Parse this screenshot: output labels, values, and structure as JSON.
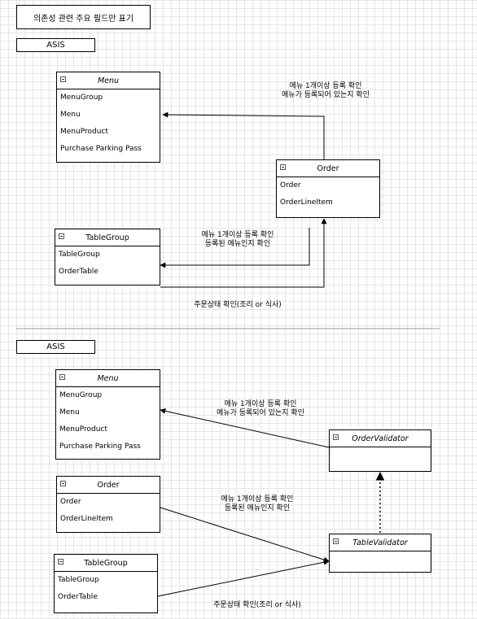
{
  "title_box": "의존성 관련 주요 필드만 표기",
  "section1": {
    "label": "ASIS",
    "menu": {
      "title": "Menu",
      "fields": [
        "MenuGroup",
        "Menu",
        "MenuProduct",
        "Purchase Parking Pass"
      ]
    },
    "order": {
      "title": "Order",
      "fields": [
        "Order",
        "OrderLineItem"
      ]
    },
    "tablegroup": {
      "title": "TableGroup",
      "fields": [
        "TableGroup",
        "OrderTable"
      ]
    },
    "note_menu": [
      "메뉴 1개이상 등록 확인",
      "메뉴가 등록되어 있는지 확인"
    ],
    "note_table": [
      "메뉴 1개이상 등록 확인",
      "등록된 메뉴인지 확인"
    ],
    "note_status": "주문상태 확인(조리 or 식사)"
  },
  "section2": {
    "label": "ASIS",
    "menu": {
      "title": "Menu",
      "fields": [
        "MenuGroup",
        "Menu",
        "MenuProduct",
        "Purchase Parking Pass"
      ]
    },
    "order": {
      "title": "Order",
      "fields": [
        "Order",
        "OrderLineItem"
      ]
    },
    "tablegroup": {
      "title": "TableGroup",
      "fields": [
        "TableGroup",
        "OrderTable"
      ]
    },
    "order_validator": {
      "title": "OrderValidator"
    },
    "table_validator": {
      "title": "TableValidator"
    },
    "note_menu": [
      "메뉴 1개이상 등록 확인",
      "메뉴가 등록되어 있는지 확인"
    ],
    "note_order": [
      "메뉴 1개이상 등록 확인",
      "등록된 메뉴인지 확인"
    ],
    "note_status": "주문상태 확인(조리 or 식사)"
  }
}
